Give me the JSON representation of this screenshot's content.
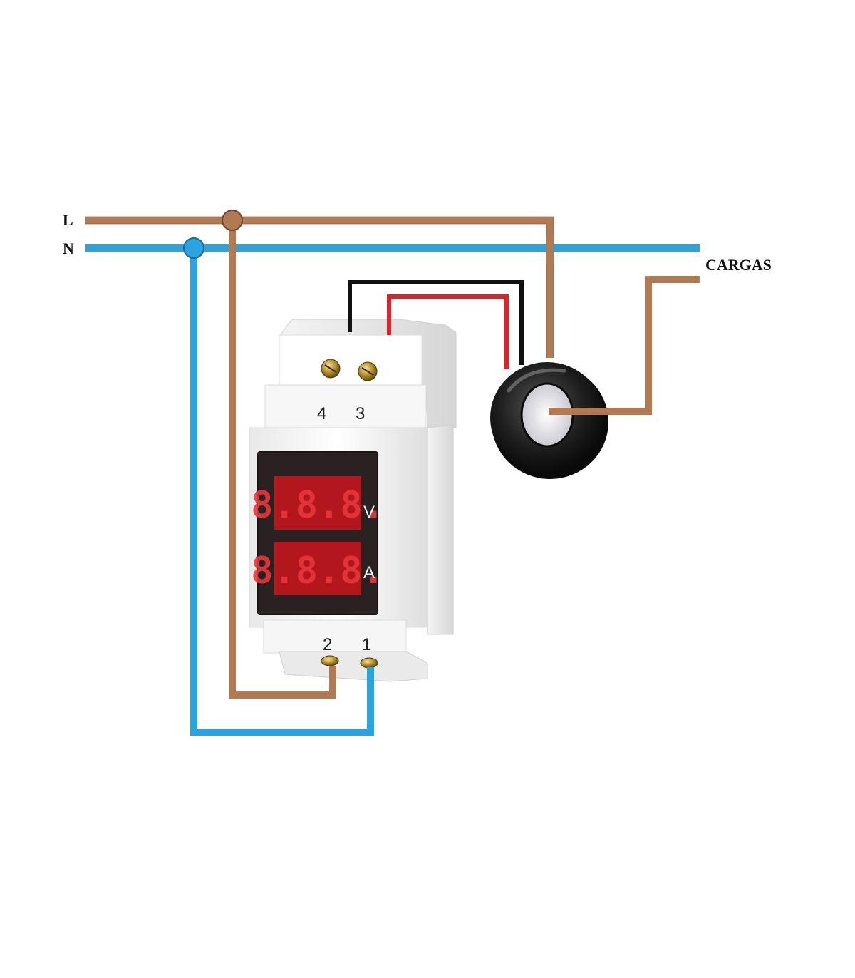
{
  "labels": {
    "line": "L",
    "neutral": "N",
    "loads": "CARGAS"
  },
  "meter": {
    "terminals_top": [
      "4",
      "3"
    ],
    "terminals_bottom": [
      "2",
      "1"
    ],
    "display_voltage": "8.8.8.",
    "display_current": "8.8.8.",
    "unit_voltage": "V",
    "unit_current": "A"
  },
  "colors": {
    "line_wire": "#b27a52",
    "neutral_wire": "#2aa3df",
    "signal_black": "#111111",
    "signal_red": "#e0222a",
    "display_red": "#c4161c",
    "display_bg": "#2a2222",
    "housing": "#f2f2f2",
    "ct_ring": "#141414"
  }
}
